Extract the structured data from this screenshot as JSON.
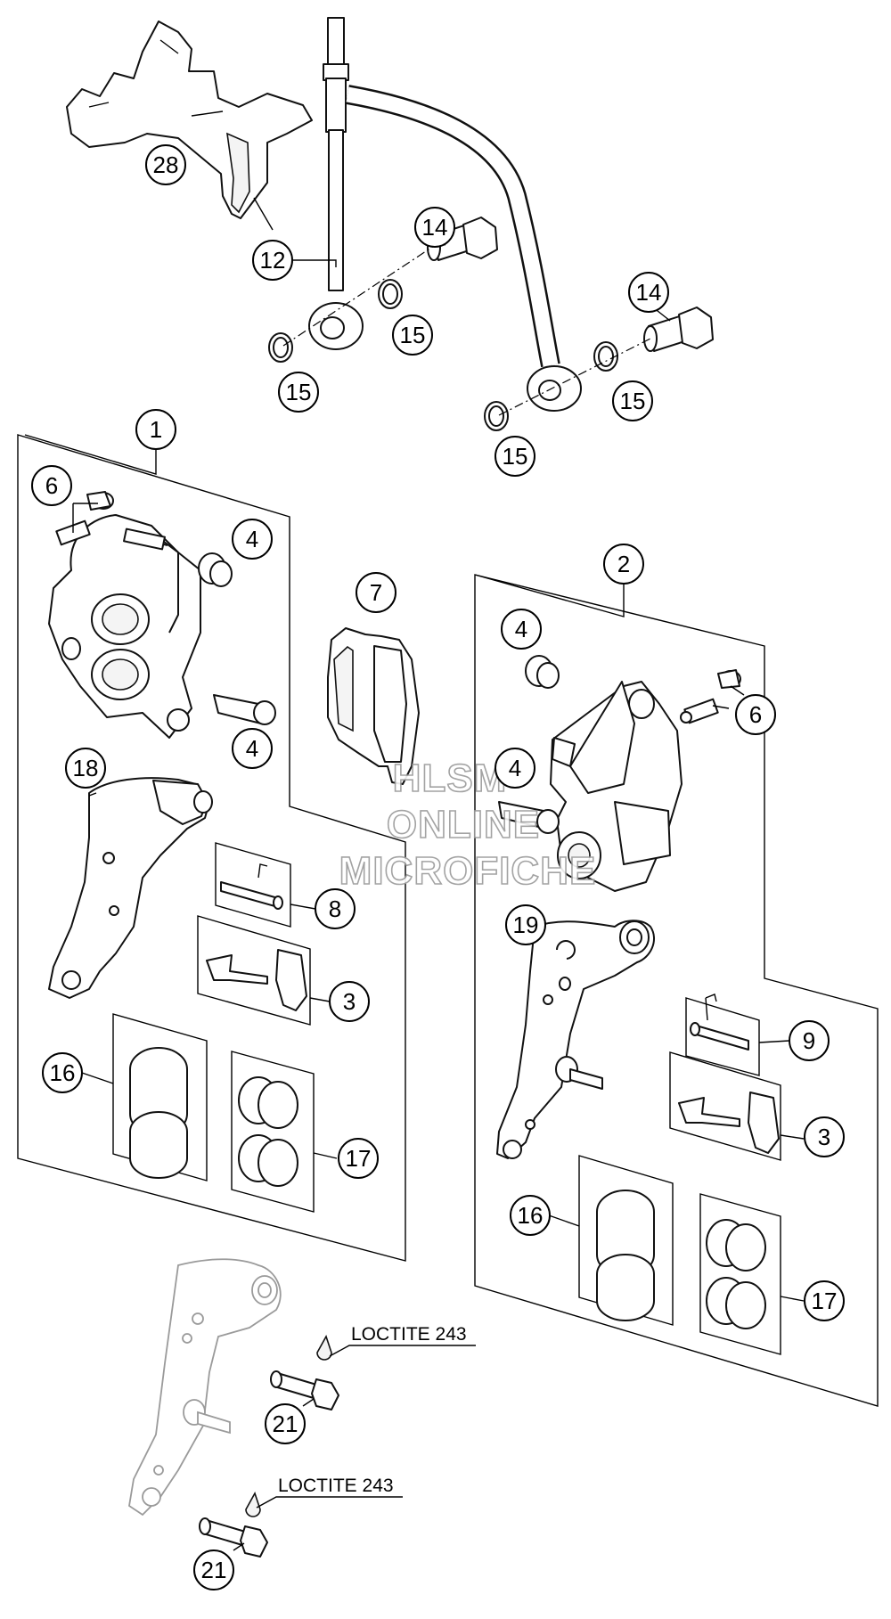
{
  "callouts": [
    {
      "id": "c28",
      "label": "28"
    },
    {
      "id": "c12",
      "label": "12"
    },
    {
      "id": "c14a",
      "label": "14"
    },
    {
      "id": "c14b",
      "label": "14"
    },
    {
      "id": "c15a",
      "label": "15"
    },
    {
      "id": "c15b",
      "label": "15"
    },
    {
      "id": "c15c",
      "label": "15"
    },
    {
      "id": "c15d",
      "label": "15"
    },
    {
      "id": "c1",
      "label": "1"
    },
    {
      "id": "c6a",
      "label": "6"
    },
    {
      "id": "c4a",
      "label": "4"
    },
    {
      "id": "c4b",
      "label": "4"
    },
    {
      "id": "c7",
      "label": "7"
    },
    {
      "id": "c18",
      "label": "18"
    },
    {
      "id": "c8",
      "label": "8"
    },
    {
      "id": "c3a",
      "label": "3"
    },
    {
      "id": "c16a",
      "label": "16"
    },
    {
      "id": "c17a",
      "label": "17"
    },
    {
      "id": "c2",
      "label": "2"
    },
    {
      "id": "c4c",
      "label": "4"
    },
    {
      "id": "c6b",
      "label": "6"
    },
    {
      "id": "c4d",
      "label": "4"
    },
    {
      "id": "c19",
      "label": "19"
    },
    {
      "id": "c9",
      "label": "9"
    },
    {
      "id": "c3b",
      "label": "3"
    },
    {
      "id": "c16b",
      "label": "16"
    },
    {
      "id": "c17b",
      "label": "17"
    },
    {
      "id": "c21a",
      "label": "21"
    },
    {
      "id": "c21b",
      "label": "21"
    }
  ],
  "notes": [
    {
      "id": "loctite-1",
      "text": "LOCTITE 243"
    },
    {
      "id": "loctite-2",
      "text": "LOCTITE 243"
    }
  ],
  "watermark": {
    "line1": "HLSM",
    "line2": "ONLINE",
    "line3": "MICROFICHE"
  }
}
